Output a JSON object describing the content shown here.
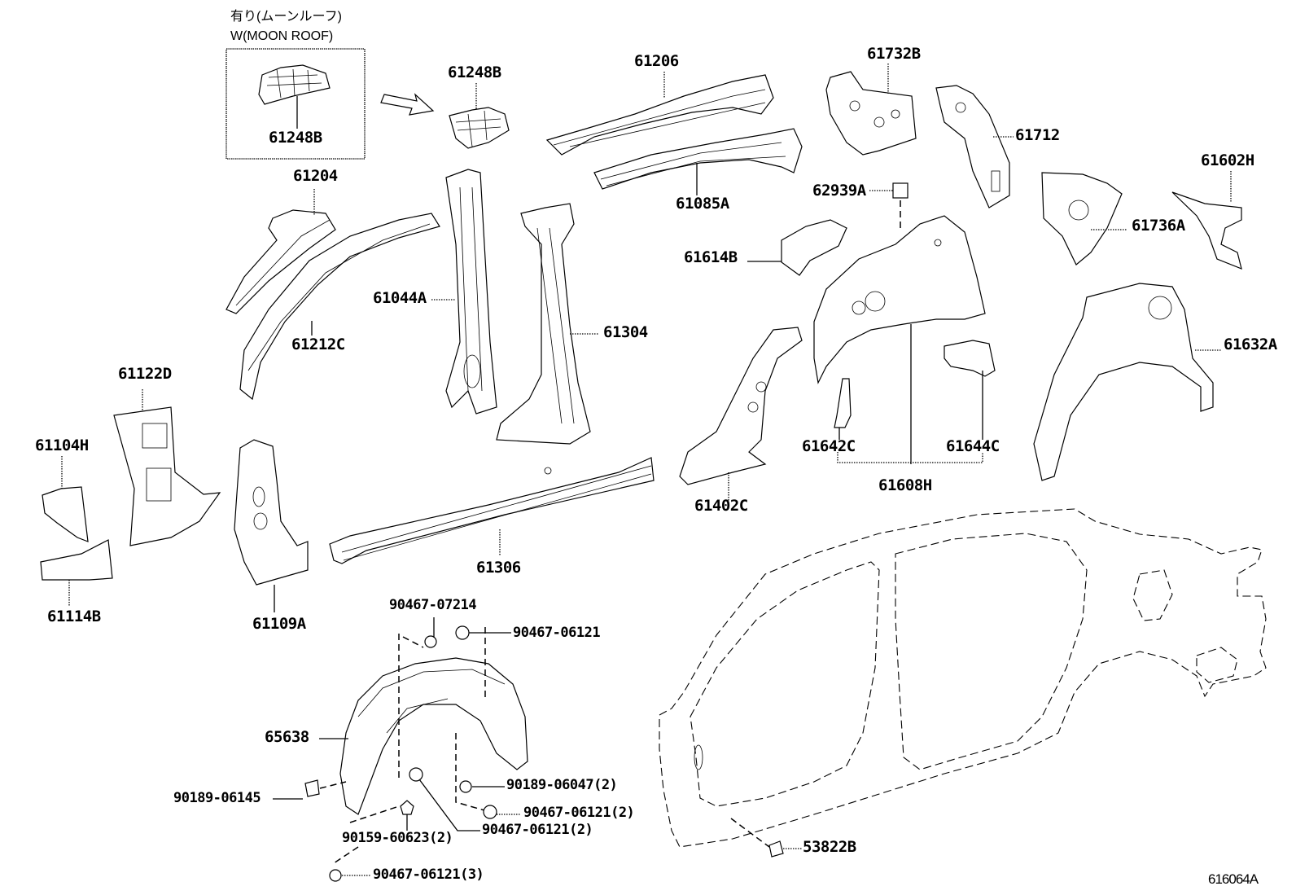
{
  "diagram": {
    "title_note_jp": "有り(ムーンルーフ)",
    "title_note_en": "W(MOON ROOF)",
    "reference_code": "616064A",
    "parts": {
      "p61248B_box": "61248B",
      "p61248B": "61248B",
      "p61206": "61206",
      "p61085A": "61085A",
      "p61732B": "61732B",
      "p61712": "61712",
      "p61602H": "61602H",
      "p61736A": "61736A",
      "p62939A": "62939A",
      "p61204": "61204",
      "p61212C": "61212C",
      "p61044A": "61044A",
      "p61304": "61304",
      "p61614B": "61614B",
      "p61632A": "61632A",
      "p61122D": "61122D",
      "p61104H": "61104H",
      "p61114B": "61114B",
      "p61109A": "61109A",
      "p61306": "61306",
      "p61402C": "61402C",
      "p61642C": "61642C",
      "p61644C": "61644C",
      "p61608H": "61608H",
      "p65638": "65638",
      "p53822B": "53822B"
    },
    "fasteners": {
      "f90467_07214": "90467-07214",
      "f90467_06121_top": "90467-06121",
      "f90189_06145": "90189-06145",
      "f90189_06047": "90189-06047(2)",
      "f90467_06121_r": "90467-06121(2)",
      "f90467_06121_m": "90467-06121(2)",
      "f90159_60623": "90159-60623(2)",
      "f90467_06121_b": "90467-06121(3)"
    }
  }
}
